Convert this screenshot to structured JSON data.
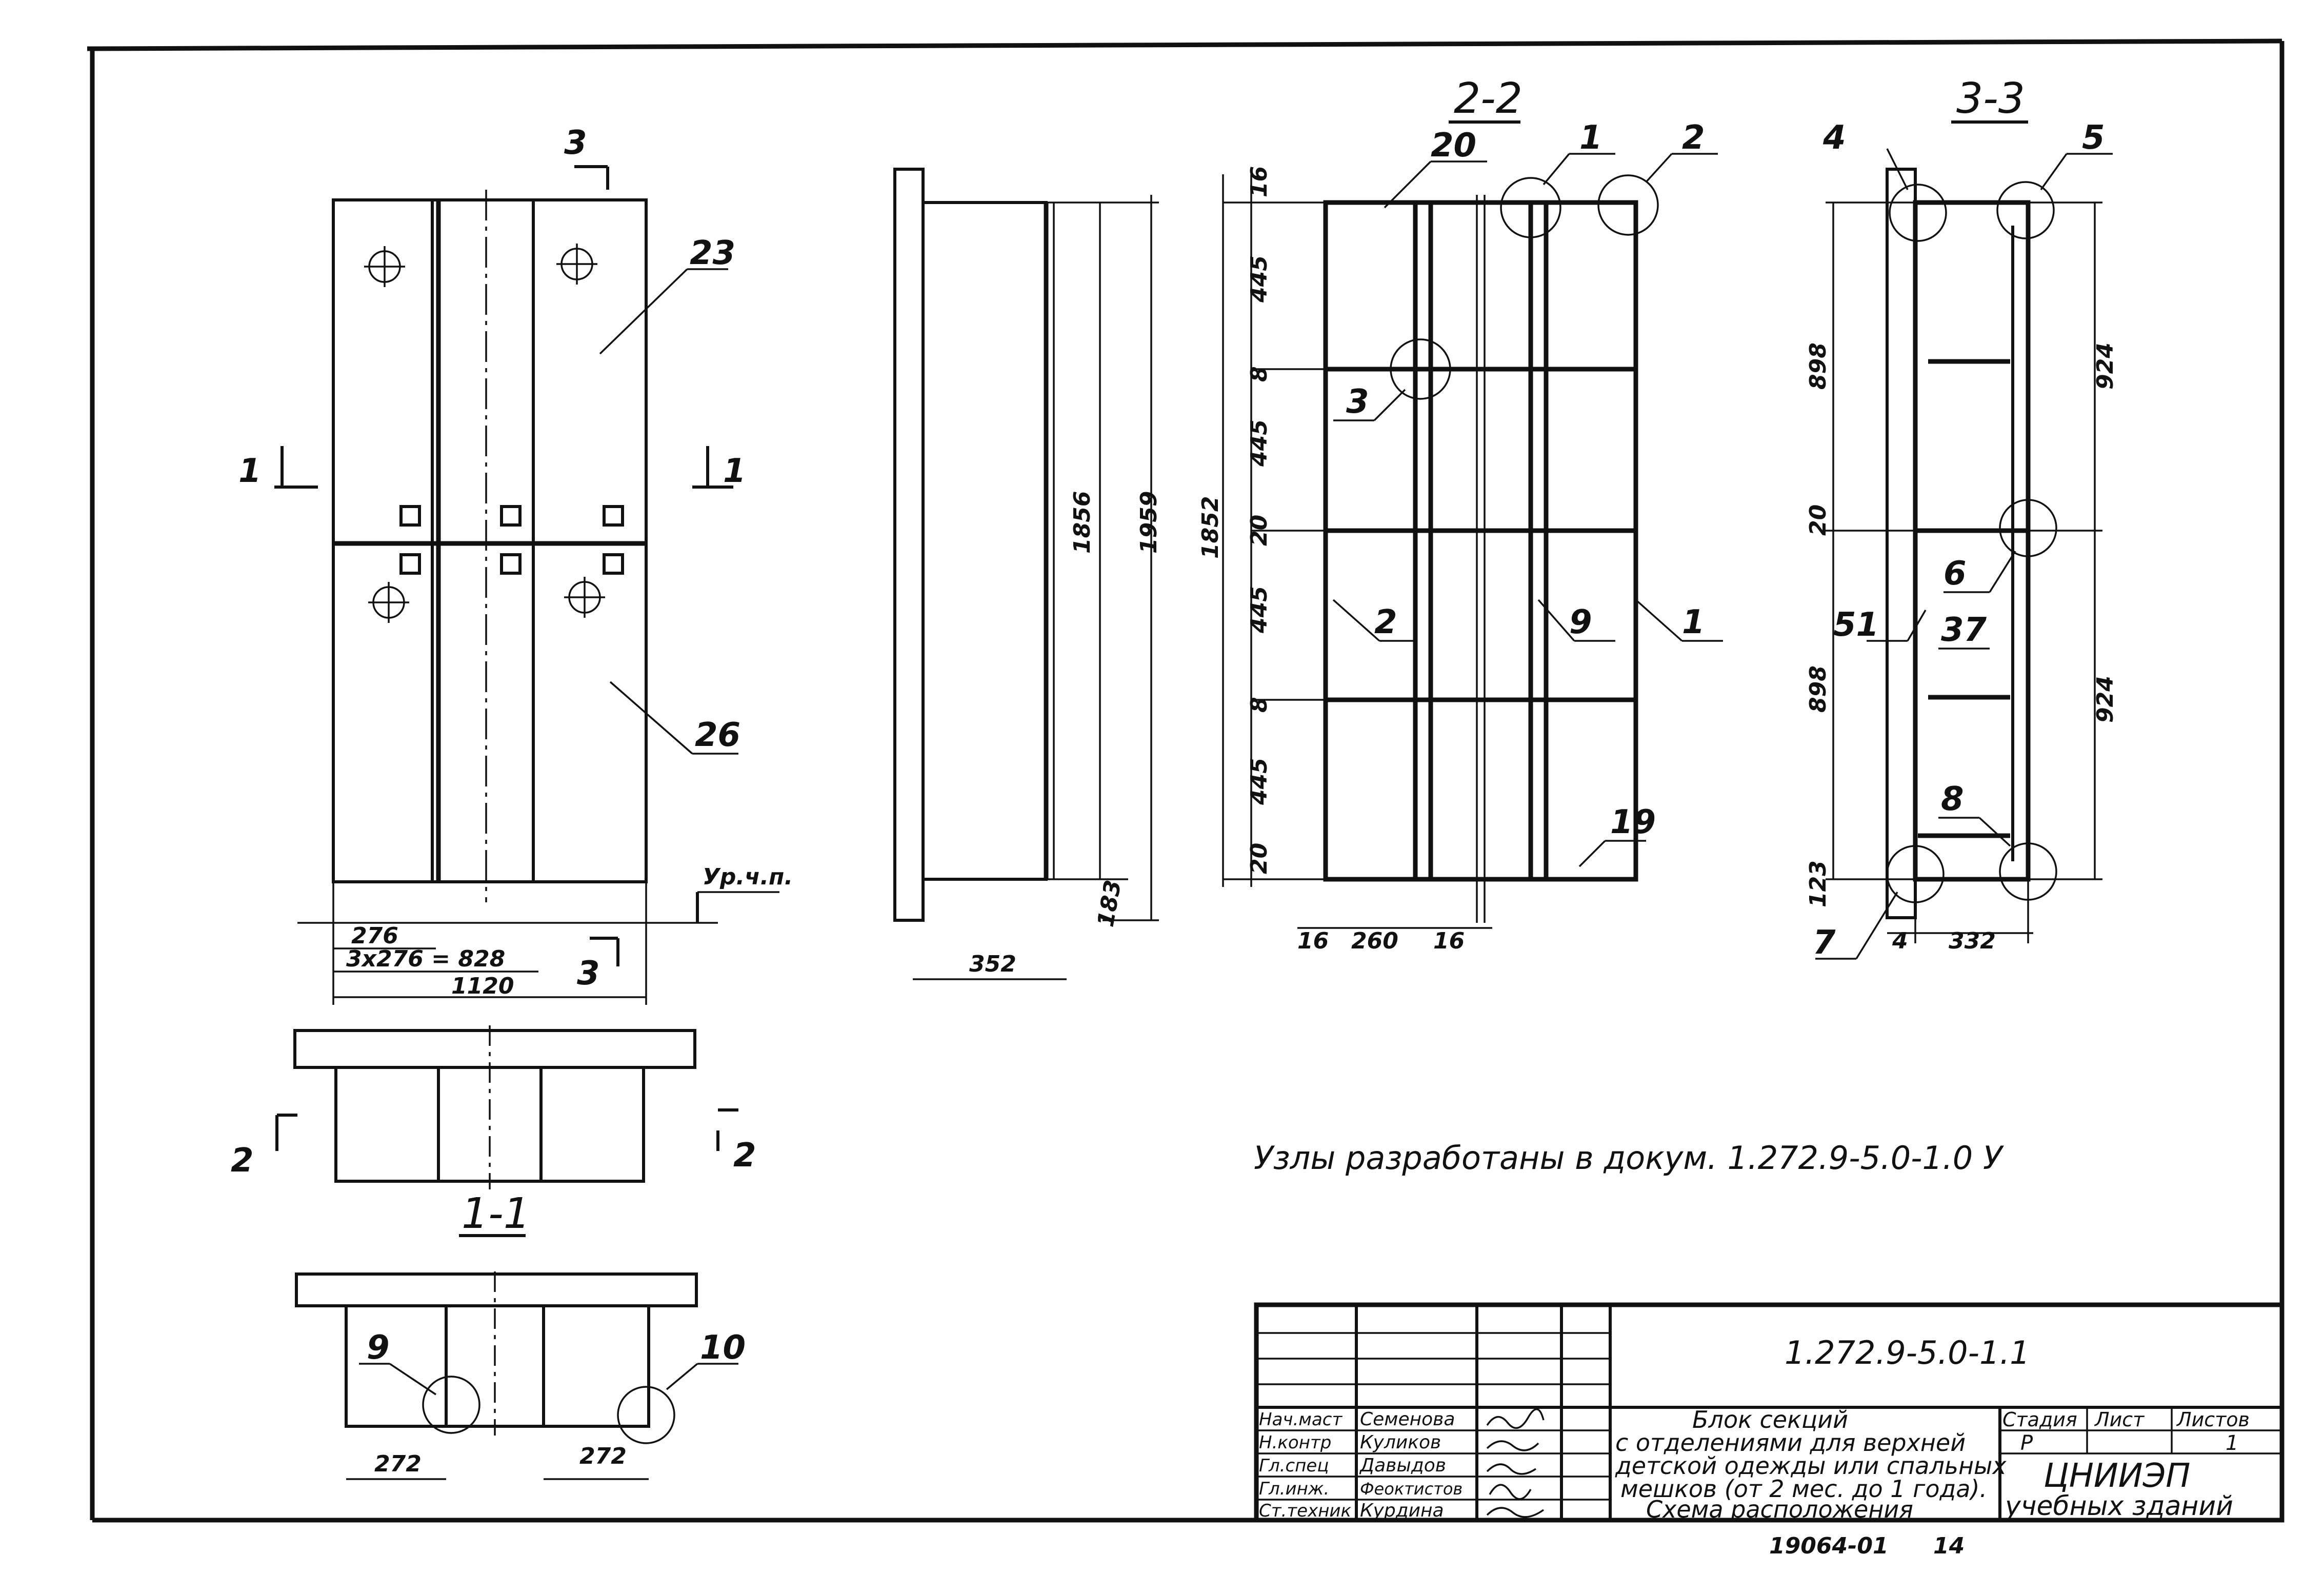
{
  "sections": {
    "s22": "2-2",
    "s33": "3-3",
    "s11": "1-1",
    "mark3_top": "3",
    "mark3_bottom": "3",
    "mark1_left": "1",
    "mark1_right": "1",
    "mark2_left": "2",
    "mark2_right": "2"
  },
  "callouts": {
    "front": [
      "23",
      "26"
    ],
    "s22": [
      "20",
      "1",
      "2",
      "3",
      "2",
      "9",
      "1",
      "19"
    ],
    "s33": [
      "4",
      "5",
      "6",
      "51",
      "37",
      "8",
      "7"
    ],
    "plan": [
      "9",
      "10"
    ]
  },
  "dimensions": {
    "front": [
      "276",
      "3x276 = 828",
      "1120"
    ],
    "level": "Ур.ч.п.",
    "side": [
      "1856",
      "1959",
      "183",
      "352"
    ],
    "s22_vertical": [
      "16",
      "445",
      "8",
      "445",
      "20",
      "445",
      "8",
      "445",
      "20"
    ],
    "s22_total": "1852",
    "s22_horizontal": [
      "16",
      "260",
      "16"
    ],
    "s33_vertical": [
      "898",
      "20",
      "898",
      "123"
    ],
    "s33_right": [
      "924",
      "924"
    ],
    "s33_horizontal": [
      "4",
      "332"
    ],
    "plan": [
      "272",
      "272"
    ]
  },
  "note": "Узлы разработаны в докум. 1.272.9-5.0-1.0 У",
  "title_block": {
    "doc_code": "1.272.9-5.0-1.1",
    "roles": [
      "Нач.маст",
      "Н.контр",
      "Гл.спец",
      "Гл.инж.",
      "Ст.техник"
    ],
    "names": [
      "Семенова",
      "Куликов",
      "Давыдов",
      "Феоктистов",
      "Курдина"
    ],
    "description": [
      "Блок секций",
      "с отделениями для верхней",
      "детской одежды или спальных",
      "мешков (от 2 мес. до 1 года).",
      "Схема расположения"
    ],
    "stage_header": "Стадия",
    "sheet_header": "Лист",
    "sheets_header": "Листов",
    "stage": "Р",
    "sheets": "1",
    "org_line1": "ЦНИИЭП",
    "org_line2": "учебных зданий"
  },
  "footer": {
    "archive": "19064-01",
    "page": "14"
  }
}
